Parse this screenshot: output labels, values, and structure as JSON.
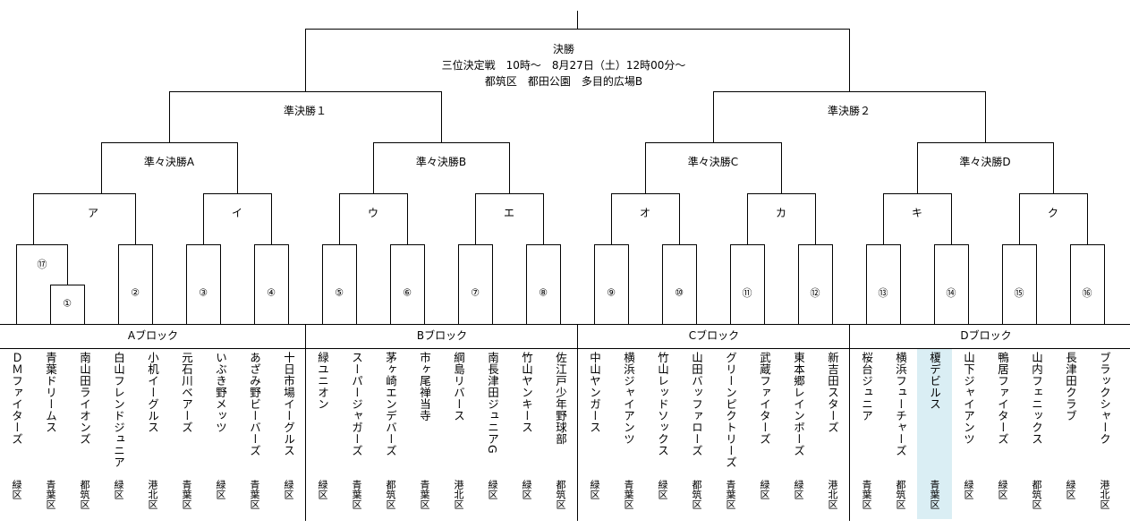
{
  "final": {
    "title": "決勝",
    "line1": "三位決定戦　10時～　8月27日（土）12時00分～",
    "line2": "都筑区　都田公園　多目的広場B"
  },
  "semis": [
    "準決勝１",
    "準決勝２"
  ],
  "quarters": [
    "準々決勝A",
    "準々決勝B",
    "準々決勝C",
    "準々決勝D"
  ],
  "rounds": [
    "ア",
    "イ",
    "ウ",
    "エ",
    "オ",
    "カ",
    "キ",
    "ク"
  ],
  "slots": [
    "⑰",
    "①",
    "②",
    "③",
    "④",
    "⑤",
    "⑥",
    "⑦",
    "⑧",
    "⑨",
    "⑩",
    "⑪",
    "⑫",
    "⑬",
    "⑭",
    "⑮",
    "⑯"
  ],
  "blocks": [
    "Aブロック",
    "Bブロック",
    "Cブロック",
    "Dブロック"
  ],
  "teams": [
    {
      "name": "ＤＭファイターズ",
      "ward": "緑区"
    },
    {
      "name": "青葉ドリームス",
      "ward": "青葉区"
    },
    {
      "name": "南山田ライオンズ",
      "ward": "都筑区"
    },
    {
      "name": "白山フレンドジュニア",
      "ward": "緑区"
    },
    {
      "name": "小机イーグルス",
      "ward": "港北区"
    },
    {
      "name": "元石川ベアーズ",
      "ward": "青葉区"
    },
    {
      "name": "いぶき野メッツ",
      "ward": "緑区"
    },
    {
      "name": "あざみ野ビーバーズ",
      "ward": "青葉区"
    },
    {
      "name": "十日市場イーグルス",
      "ward": "緑区"
    },
    {
      "name": "緑ユニオン",
      "ward": "緑区"
    },
    {
      "name": "スーパージャガーズ",
      "ward": "青葉区"
    },
    {
      "name": "茅ヶ崎エンデバーズ",
      "ward": "都筑区"
    },
    {
      "name": "市ヶ尾禅当寺",
      "ward": "青葉区"
    },
    {
      "name": "綱島リバース",
      "ward": "港北区"
    },
    {
      "name": "南長津田ジュニアG",
      "ward": "緑区"
    },
    {
      "name": "竹山ヤンキース",
      "ward": "緑区"
    },
    {
      "name": "佐江戸少年野球部",
      "ward": "都筑区"
    },
    {
      "name": "中山ヤンガース",
      "ward": "緑区"
    },
    {
      "name": "横浜ジャイアンツ",
      "ward": "青葉区"
    },
    {
      "name": "竹山レッドソックス",
      "ward": "緑区"
    },
    {
      "name": "山田バッファローズ",
      "ward": "都筑区"
    },
    {
      "name": "グリーンピクトリーズ",
      "ward": "青葉区"
    },
    {
      "name": "武蔵ファイターズ",
      "ward": "緑区"
    },
    {
      "name": "東本郷レインボーズ",
      "ward": "緑区"
    },
    {
      "name": "新吉田スターズ",
      "ward": "港北区"
    },
    {
      "name": "桜台ジュニア",
      "ward": "青葉区"
    },
    {
      "name": "横浜フューチャーズ",
      "ward": "都筑区"
    },
    {
      "name": "榎デビルス",
      "ward": "青葉区"
    },
    {
      "name": "山下ジャイアンツ",
      "ward": "緑区"
    },
    {
      "name": "鴨居ファイターズ",
      "ward": "緑区"
    },
    {
      "name": "山内フェニックス",
      "ward": "都筑区"
    },
    {
      "name": "長津田クラブ",
      "ward": "緑区"
    },
    {
      "name": "ブラックシャーク",
      "ward": "港北区"
    }
  ],
  "highlight_color": "#daeef4"
}
